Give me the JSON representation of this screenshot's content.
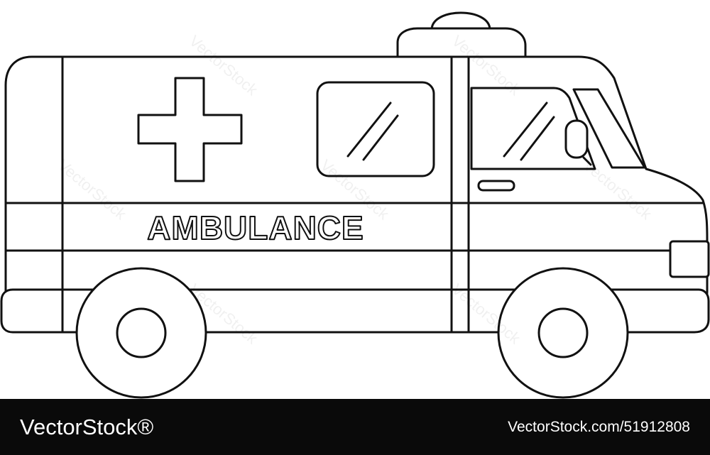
{
  "illustration": {
    "vehicle_label": "AMBULANCE",
    "line_color": "#111111",
    "fill_color": "#ffffff"
  },
  "watermark": {
    "text": "VectorStock"
  },
  "footer": {
    "brand": "VectorStock®",
    "credit": "VectorStock.com/51912808",
    "background": "#0a0a0a",
    "text_color": "#ffffff"
  }
}
